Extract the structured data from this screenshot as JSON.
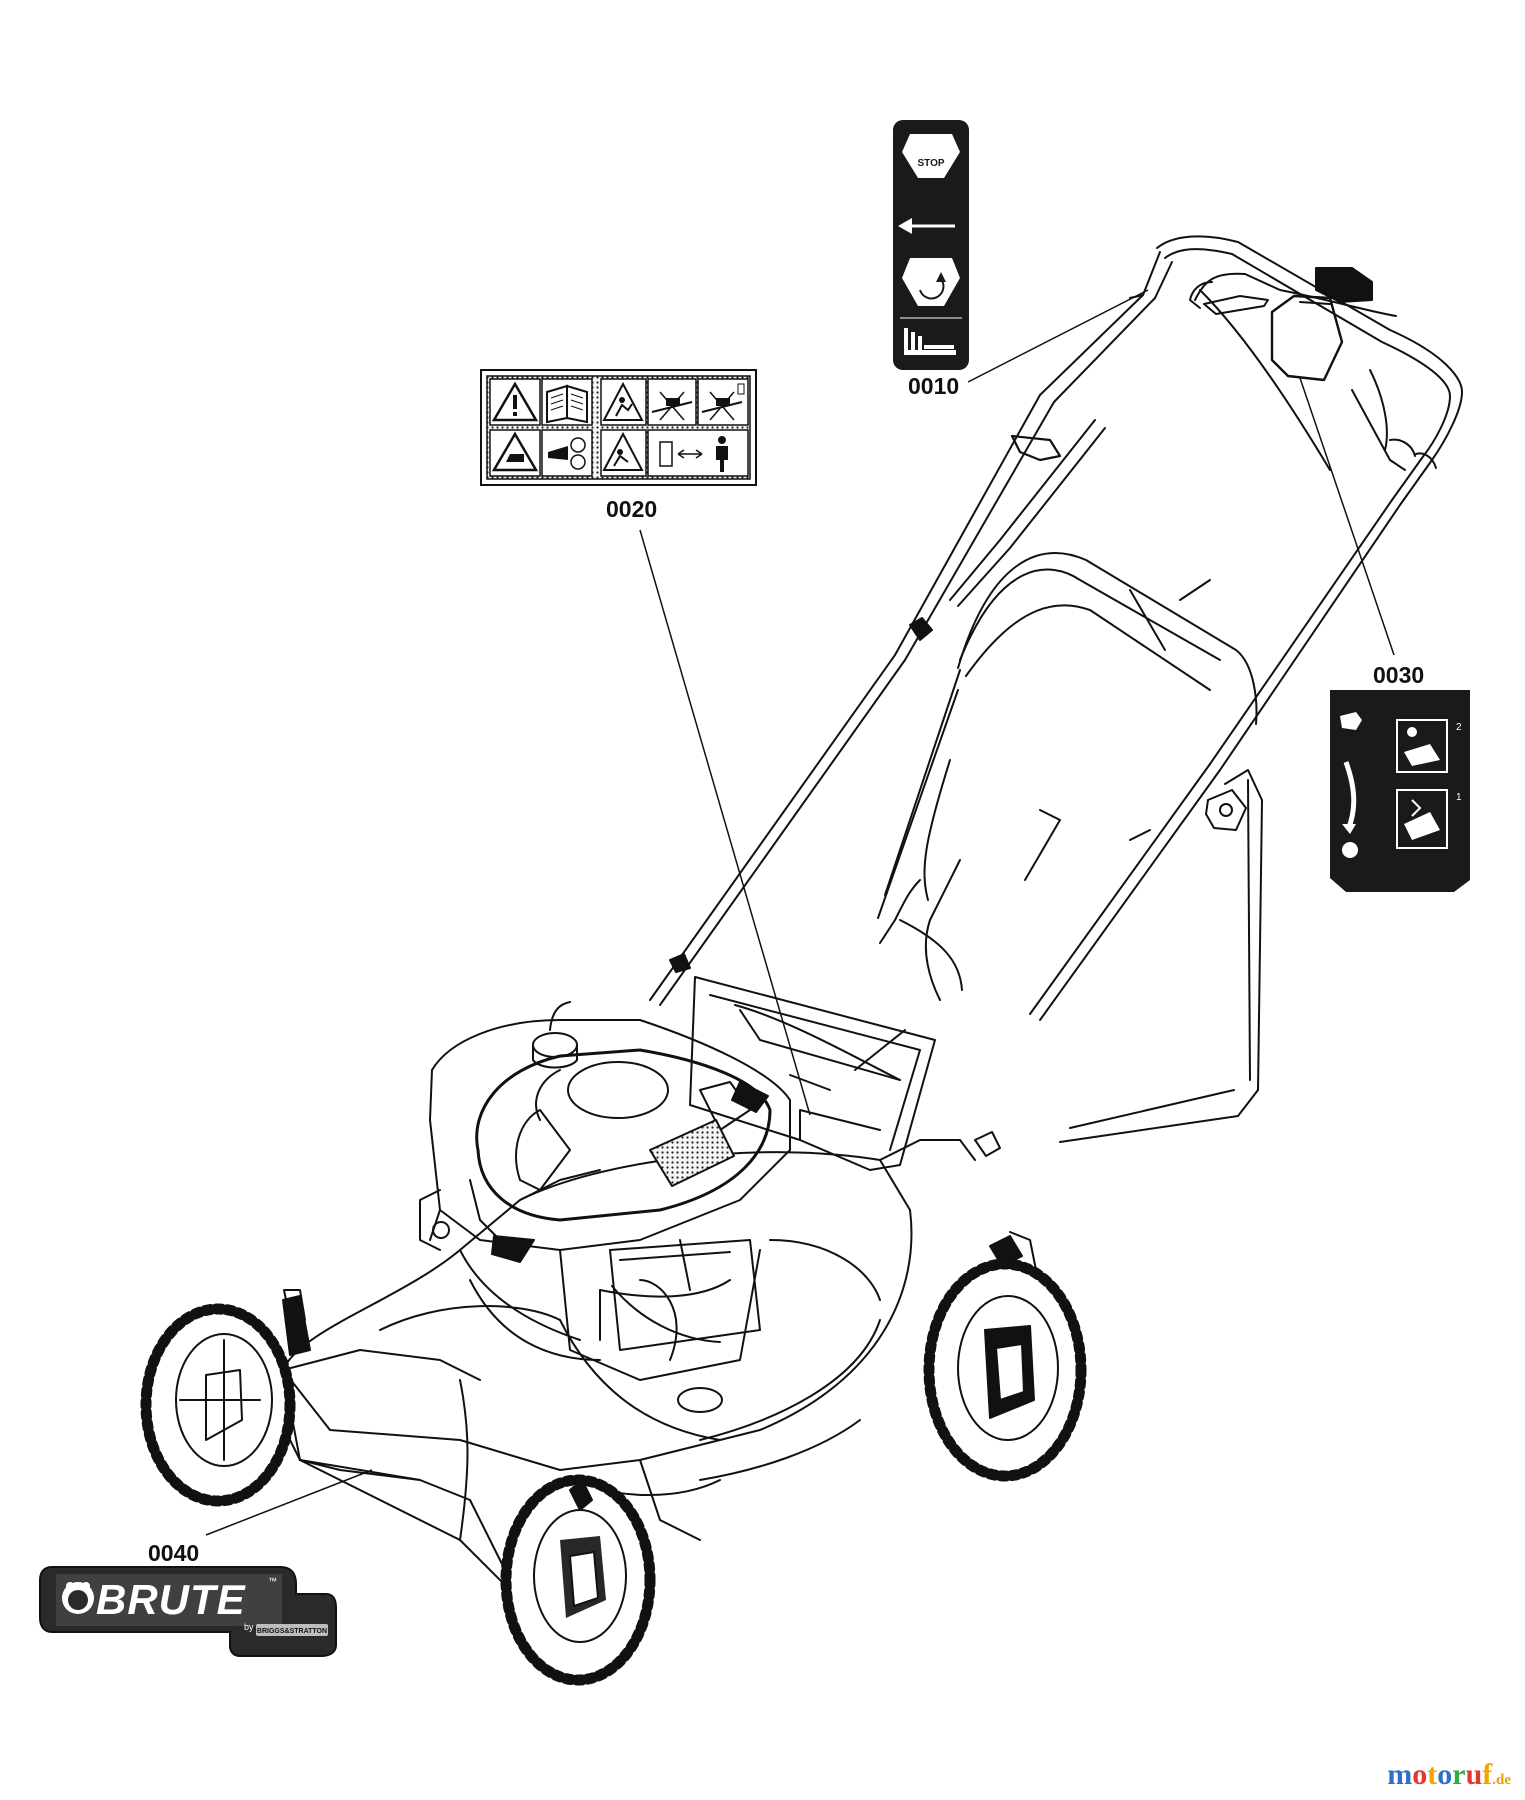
{
  "diagram": {
    "parts": [
      {
        "id": "0010",
        "label": "0010"
      },
      {
        "id": "0020",
        "label": "0020"
      },
      {
        "id": "0030",
        "label": "0030"
      },
      {
        "id": "0040",
        "label": "0040"
      }
    ],
    "decals": {
      "d0010_stop": "STOP",
      "d0040_brand": "BRUTE",
      "d0040_tm": "™",
      "d0040_by": "by",
      "d0040_maker": "BRIGGS&STRATTON"
    }
  },
  "watermark": {
    "letters": [
      "m",
      "o",
      "t",
      "o",
      "r",
      "u",
      "f"
    ],
    "letter_colors": [
      "#2f6fc8",
      "#e03a2e",
      "#f0a500",
      "#2f6fc8",
      "#33a84a",
      "#e03a2e",
      "#f0a500"
    ],
    "tld": ".de"
  },
  "colors": {
    "ink": "#111111",
    "decal_dark": "#1a1a1a",
    "decal_grey": "#bdbdbd"
  },
  "icons": [
    "stop-icon",
    "arrow-left-icon",
    "engine-run-icon",
    "throttle-icon",
    "warning-icon",
    "manual-icon",
    "fuel-icon",
    "bystander-icon",
    "person-icon"
  ]
}
